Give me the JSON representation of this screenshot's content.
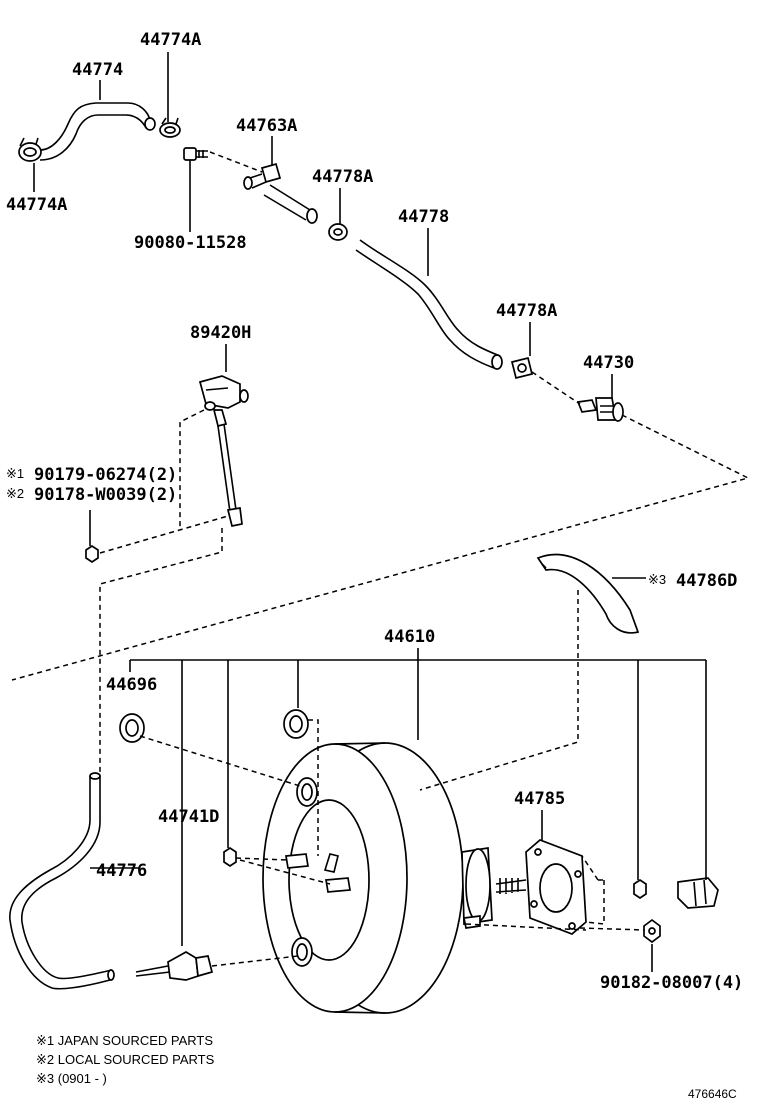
{
  "labels": {
    "p44774A_top": "44774A",
    "p44774": "44774",
    "p44774A_left": "44774A",
    "p44763A": "44763A",
    "p90080": "90080-11528",
    "p44778A_upper": "44778A",
    "p44778": "44778",
    "p44778A_lower": "44778A",
    "p44730": "44730",
    "p89420H": "89420H",
    "p90179": "90179-06274(2)",
    "p90178": "90178-W0039(2)",
    "p44786D": "44786D",
    "p44610": "44610",
    "p44696": "44696",
    "p44741D": "44741D",
    "p44785": "44785",
    "p44776": "44776",
    "p90182": "90182-08007(4)"
  },
  "marks": {
    "m1": "※1",
    "m2": "※2",
    "m3": "※3"
  },
  "footnotes": {
    "n1": "※1 JAPAN SOURCED PARTS",
    "n2": "※2 LOCAL SOURCED PARTS",
    "n3": "※3 (0901 -        )"
  },
  "figure_id": "476646C"
}
